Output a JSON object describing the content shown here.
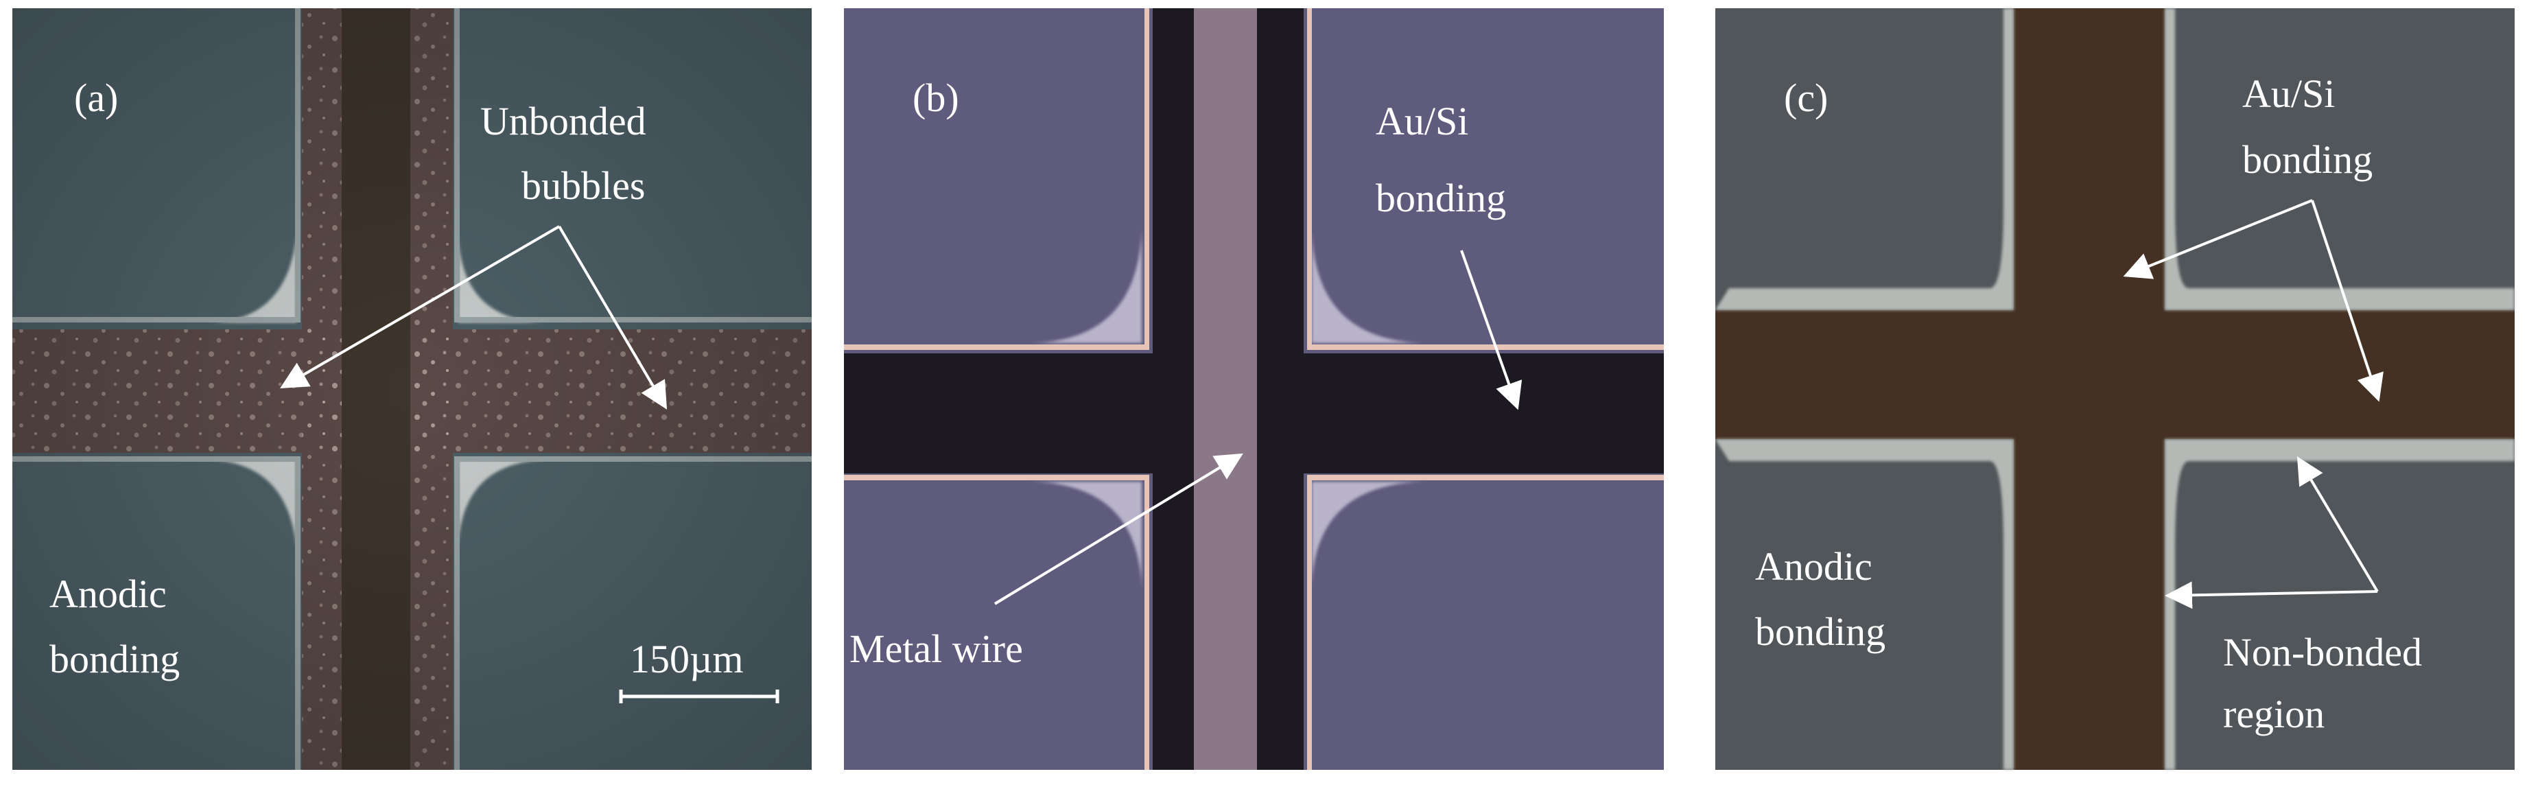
{
  "panels": [
    {
      "id": "a",
      "tag": "(a)",
      "annotations": [
        {
          "key": "unbonded",
          "lines": [
            "Unbonded",
            "bubbles"
          ]
        },
        {
          "key": "anodic",
          "lines": [
            "Anodic",
            "bonding"
          ]
        }
      ],
      "scale_bar_label": "150µm"
    },
    {
      "id": "b",
      "tag": "(b)",
      "annotations": [
        {
          "key": "ausi",
          "lines": [
            "Au/Si",
            "bonding"
          ]
        },
        {
          "key": "metal",
          "lines": [
            "Metal wire"
          ]
        }
      ]
    },
    {
      "id": "c",
      "tag": "(c)",
      "annotations": [
        {
          "key": "ausi",
          "lines": [
            "Au/Si",
            "bonding"
          ]
        },
        {
          "key": "anodic",
          "lines": [
            "Anodic",
            "bonding"
          ]
        },
        {
          "key": "nonbonded",
          "lines": [
            "Non-bonded",
            "region"
          ]
        }
      ]
    }
  ],
  "colors": {
    "background": "#ffffff",
    "label_text": "#ffffff",
    "arrow": "#ffffff",
    "panel_a_pad": "#4c5f66",
    "panel_a_channel": "#5a4a47",
    "panel_a_center_line": "#3e352c",
    "panel_a_pad_edge": "#dfe3e0",
    "panel_b_pad": "#5e5a7c",
    "panel_b_channel": "#1c1a20",
    "panel_b_wire": "#8a7888",
    "panel_b_pad_edge": "#e6c4b8",
    "panel_c_pad": "#505659",
    "panel_c_channel": "#443124",
    "panel_c_pad_edge": "#cfd2cd"
  }
}
